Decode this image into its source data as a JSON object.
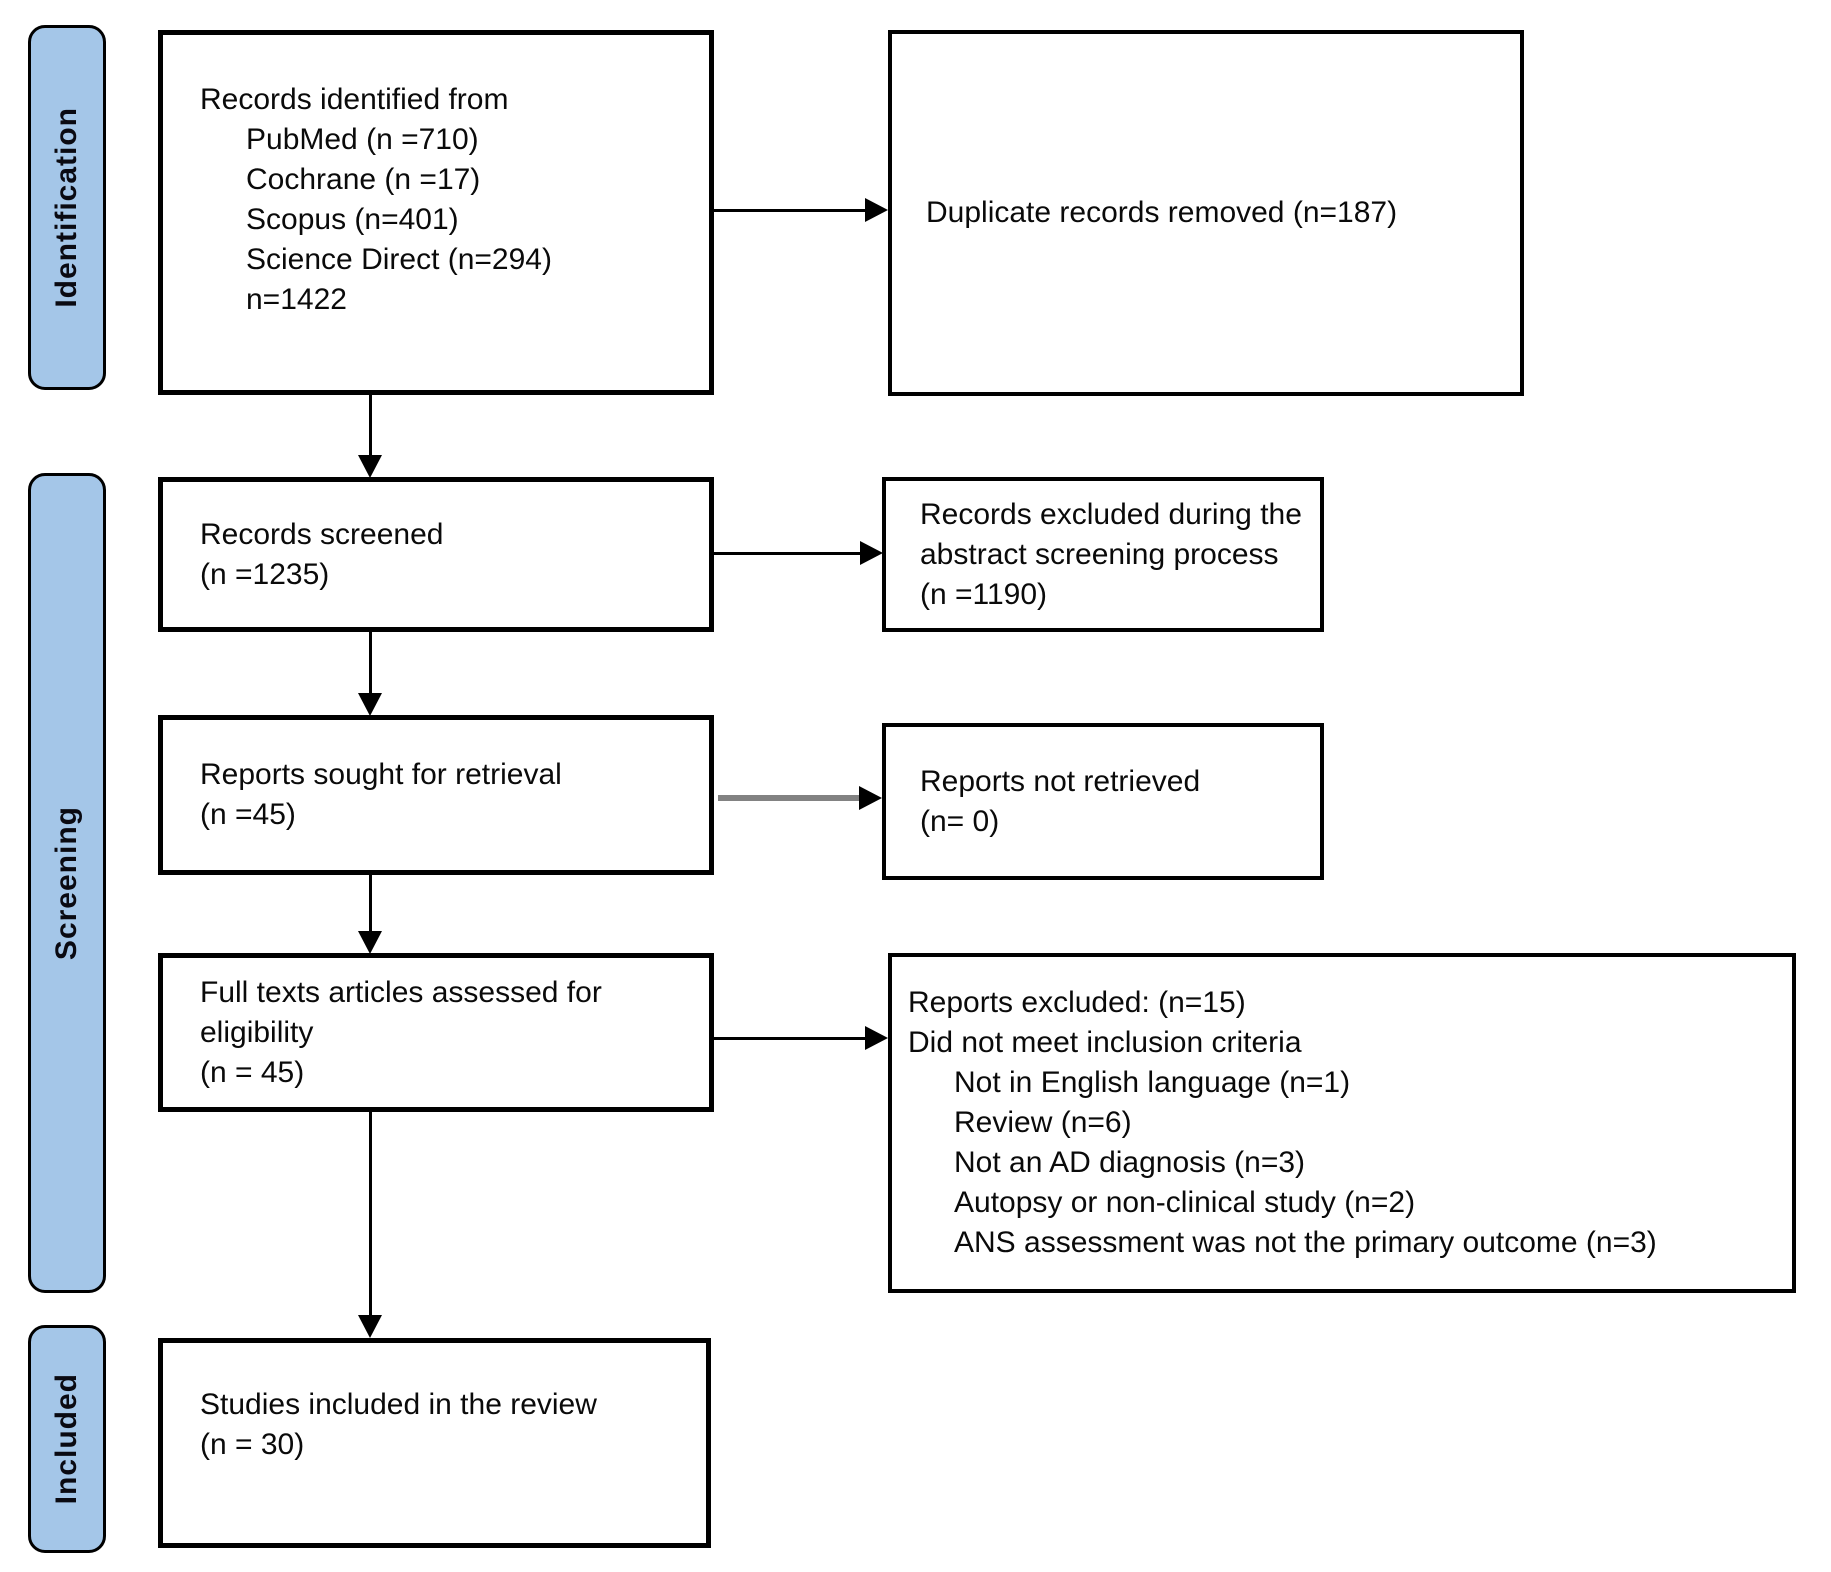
{
  "rail": {
    "identification": "Identification",
    "screening": "Screening",
    "included": "Included"
  },
  "boxes": {
    "records_identified": {
      "title": "Records identified from",
      "sources": [
        "PubMed (n =710)",
        "Cochrane (n =17)",
        "Scopus (n=401)",
        "Science Direct (n=294)",
        "n=1422"
      ]
    },
    "duplicates_removed": {
      "label": "Duplicate records removed (n=187)"
    },
    "records_screened": {
      "lines": [
        "Records screened",
        "(n =1235)"
      ]
    },
    "records_excluded": {
      "lines": [
        "Records excluded during the",
        "abstract screening process",
        "(n =1190)"
      ]
    },
    "reports_sought": {
      "lines": [
        "Reports sought for retrieval",
        "(n =45)"
      ]
    },
    "reports_not_retrieved": {
      "lines": [
        "Reports not retrieved",
        "(n= 0)"
      ]
    },
    "fulltext_assessed": {
      "lines": [
        "Full texts articles assessed for",
        "eligibility",
        "(n = 45)"
      ]
    },
    "reports_excluded": {
      "lines": [
        "Reports excluded: (n=15)",
        "Did not meet inclusion criteria"
      ],
      "reasons": [
        "Not in English language (n=1)",
        "Review (n=6)",
        "Not an AD diagnosis (n=3)",
        "Autopsy or non-clinical study (n=2)",
        "ANS assessment was not the primary outcome (n=3)"
      ]
    },
    "studies_included": {
      "lines": [
        "Studies included in the review",
        "(n = 30)"
      ]
    }
  },
  "colors": {
    "stage_fill": "#a4c6e8",
    "line": "#000000",
    "arrow_gray": "#828282"
  }
}
